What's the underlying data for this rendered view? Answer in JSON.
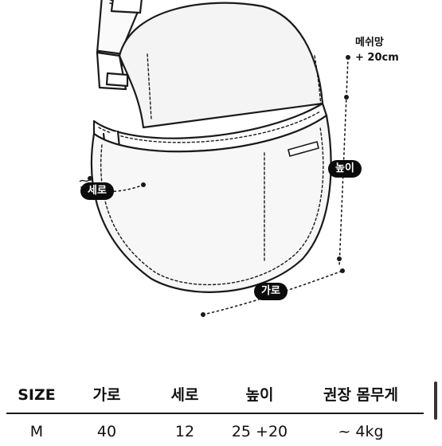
{
  "annotations": {
    "mesh_note_line1": "메쉬망",
    "mesh_note_line2": "+ 20cm",
    "height_label": "높이",
    "depth_label": "세로",
    "width_label": "가로"
  },
  "size_table": {
    "headers": [
      "SIZE",
      "가로",
      "세로",
      "높이",
      "권장 몸무게"
    ],
    "rows": [
      [
        "M",
        "40",
        "12",
        "25 +20",
        "~ 4kg"
      ]
    ]
  }
}
